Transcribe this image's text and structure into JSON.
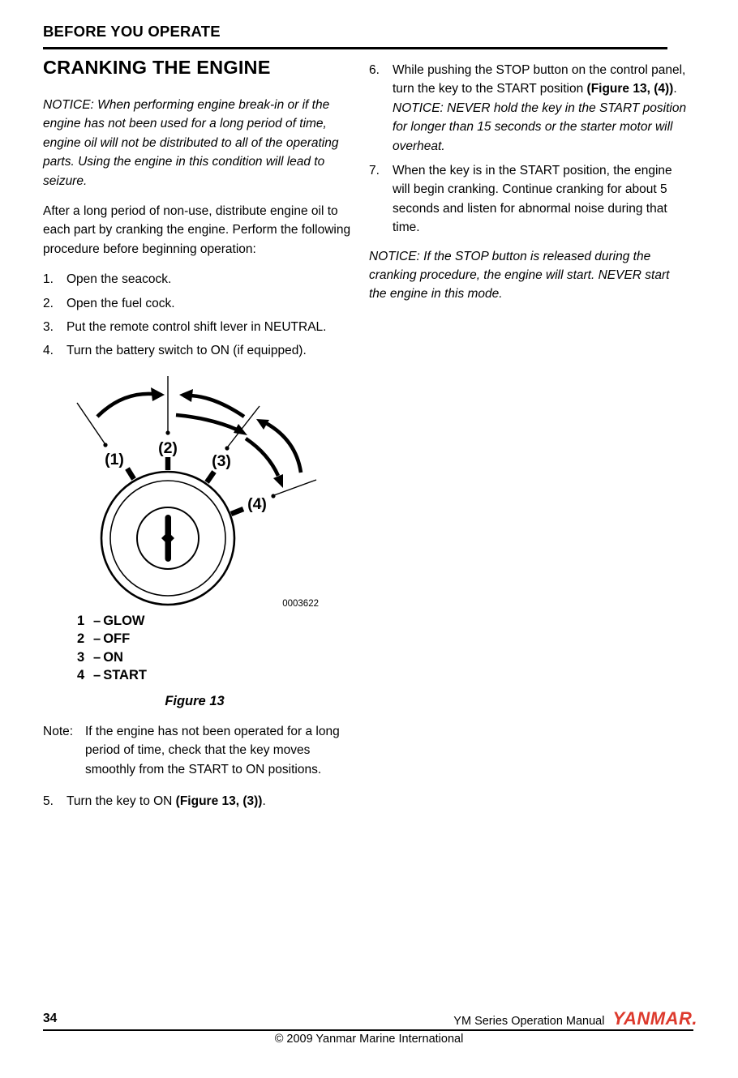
{
  "page": {
    "header_title": "BEFORE YOU OPERATE",
    "section_title": "CRANKING THE ENGINE"
  },
  "left_col": {
    "notice_breakin": "NOTICE: When performing engine break-in or if the engine has not been used for a long period of time, engine oil will not be distributed to all of the operating parts. Using the engine in this condition will lead to seizure.",
    "intro": "After a long period of non-use, distribute engine oil to each part by cranking the engine. Perform the following procedure before beginning operation:",
    "steps": [
      {
        "num": "1.",
        "text": "Open the seacock."
      },
      {
        "num": "2.",
        "text": "Open the fuel cock."
      },
      {
        "num": "3.",
        "text": "Put the remote control shift lever in NEUTRAL."
      },
      {
        "num": "4.",
        "text": "Turn the battery switch to ON (if equipped)."
      }
    ],
    "note": {
      "label": "Note:",
      "text": "If the engine has not been operated for a long period of time, check that the key moves smoothly from the START to ON positions."
    },
    "step5": {
      "num": "5.",
      "pre": "Turn the key to ON ",
      "figure_ref": "(Figure 13, (3))",
      "post": "."
    }
  },
  "right_col": {
    "step6": {
      "num": "6.",
      "pre": "While pushing the STOP button on the control panel, turn the key to the START position ",
      "figure_ref": "(Figure 13, (4))",
      "post": ".",
      "notice": "NOTICE: NEVER hold the key in the START position for longer than 15 seconds or the starter motor will overheat."
    },
    "step7": {
      "num": "7.",
      "text": "When the key is in the START position, the engine will begin cranking. Continue cranking for about 5 seconds and listen for abnormal noise during that time."
    },
    "notice_stop": "NOTICE: If the STOP button is released during the cranking procedure, the engine will start. NEVER start the engine in this mode."
  },
  "figure": {
    "position_labels": [
      "(1)",
      "(2)",
      "(3)",
      "(4)"
    ],
    "drawing_code": "0003622",
    "legend": [
      {
        "num": "1",
        "dash": "–",
        "label": "GLOW"
      },
      {
        "num": "2",
        "dash": "–",
        "label": "OFF"
      },
      {
        "num": "3",
        "dash": "–",
        "label": "ON"
      },
      {
        "num": "4",
        "dash": "–",
        "label": "START"
      }
    ],
    "caption": "Figure 13"
  },
  "footer": {
    "page_number": "34",
    "manual_title": "YM Series Operation Manual",
    "brand": "YANMAR.",
    "brand_color": "#dd3a2d",
    "copyright": "© 2009 Yanmar Marine International"
  }
}
